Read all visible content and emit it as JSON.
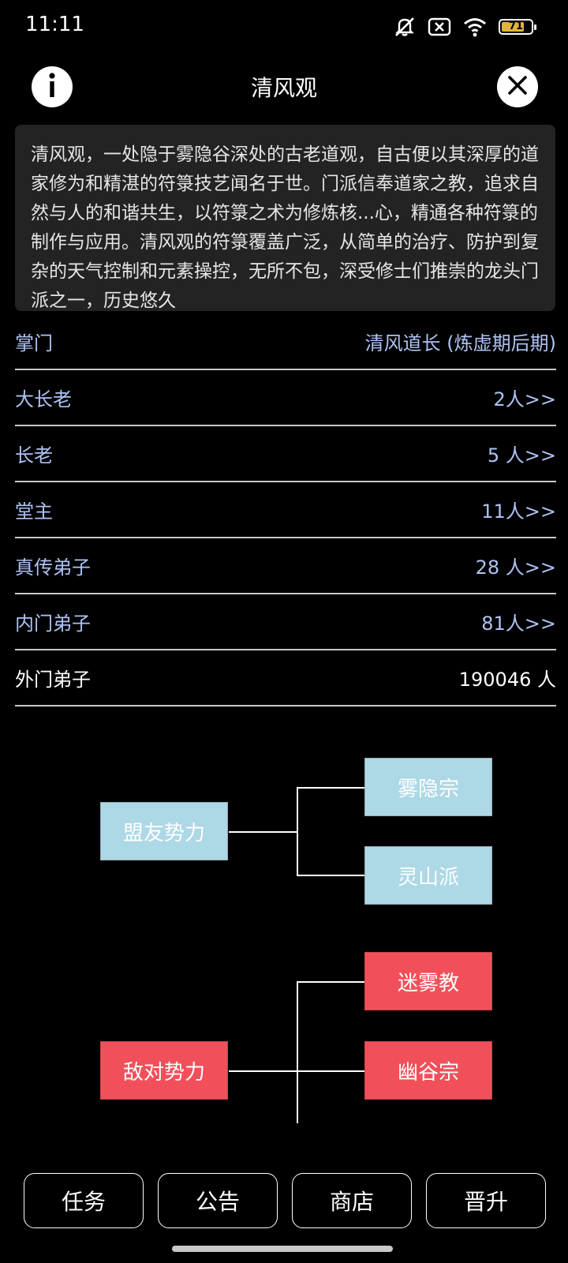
{
  "status_bar": {
    "time": "11:11",
    "battery_level": "71",
    "icons": [
      "mute-icon",
      "no-sim-icon",
      "wifi-icon",
      "battery-icon"
    ]
  },
  "header": {
    "title": "清风观",
    "info_icon": "info-icon",
    "close_icon": "close-icon"
  },
  "description": "清风观，一处隐于雾隐谷深处的古老道观，自古便以其深厚的道家修为和精湛的符箓技艺闻名于世。门派信奉道家之教，追求自然与人的和谐共生，以符箓之术为修炼核...心，精通各种符箓的制作与应用。清风观的符箓覆盖广泛，从简单的治疗、防护到复杂的天气控制和元素操控，无所不包，深受修士们推崇的龙头门派之一，历史悠久",
  "info_rows": [
    {
      "label": "掌门",
      "value": "清风道长 (炼虚期后期)"
    },
    {
      "label": "大长老",
      "value": "2人>>"
    },
    {
      "label": "长老",
      "value": "5 人>>"
    },
    {
      "label": "堂主",
      "value": "11人>>"
    },
    {
      "label": "真传弟子",
      "value": "28 人>>"
    },
    {
      "label": "内门弟子",
      "value": "81人>>"
    },
    {
      "label": "外门弟子",
      "value": "190046 人"
    }
  ],
  "relations": {
    "ally": {
      "label": "盟友势力",
      "members": [
        "雾隐宗",
        "灵山派"
      ]
    },
    "enemy": {
      "label": "敌对势力",
      "members": [
        "迷雾教",
        "幽谷宗"
      ]
    }
  },
  "colors": {
    "ally_node": "#add8e6",
    "enemy_node": "#f1505a",
    "info_text": "#aec3f3",
    "battery": "#e2b43a"
  },
  "nav": [
    {
      "label": "任务"
    },
    {
      "label": "公告"
    },
    {
      "label": "商店"
    },
    {
      "label": "晋升"
    }
  ]
}
